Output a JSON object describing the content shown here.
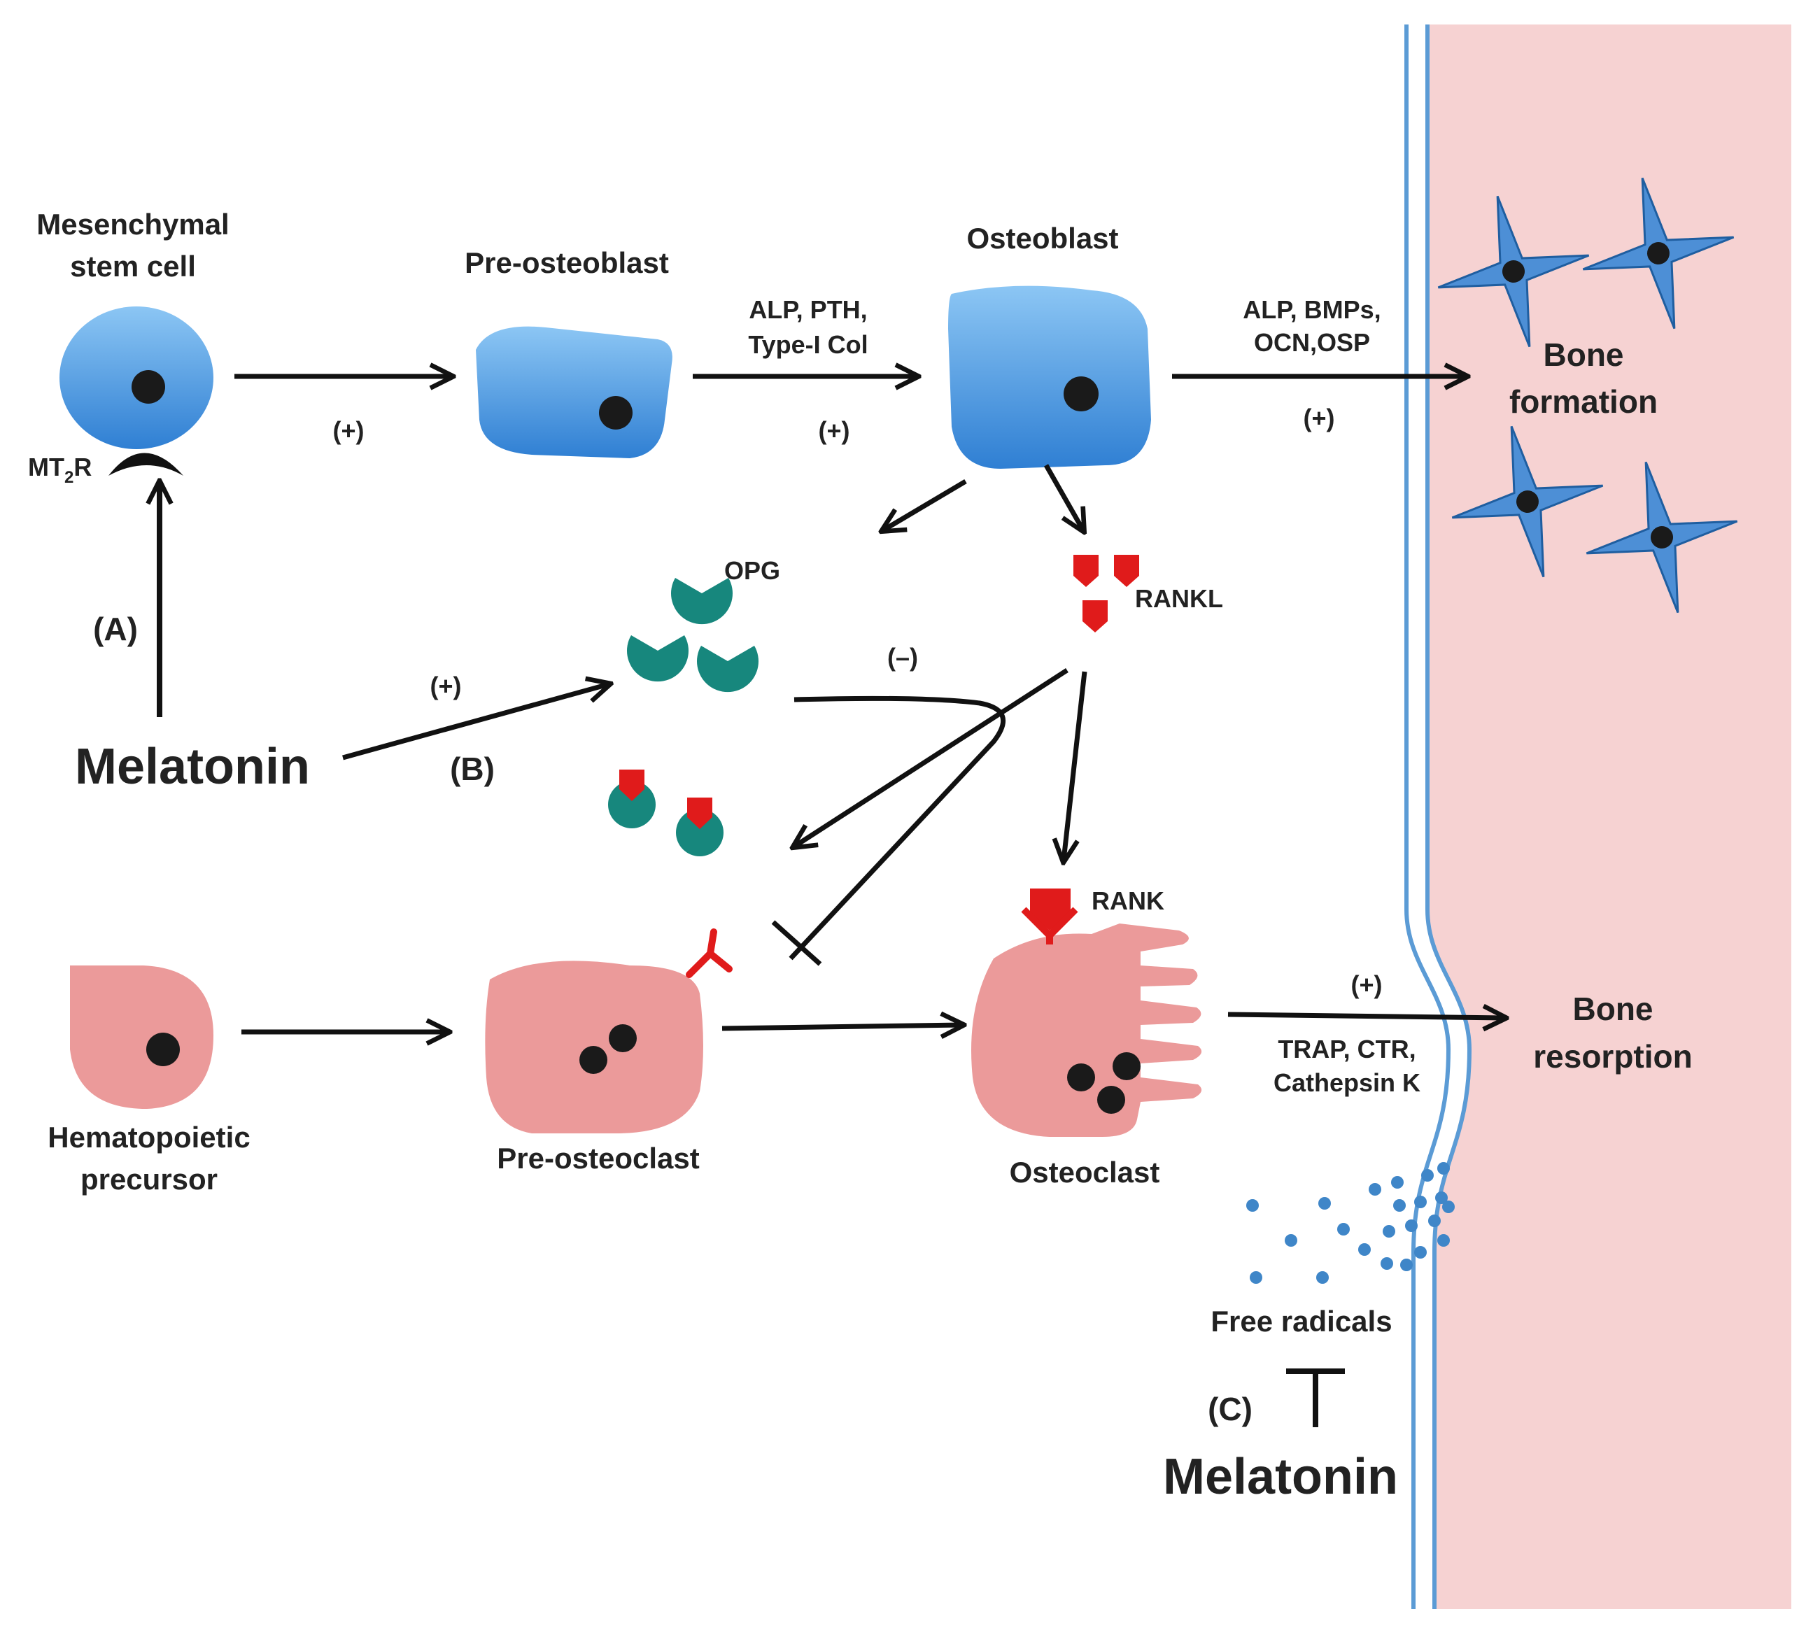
{
  "colors": {
    "blue_cell_top": "#8cc6f4",
    "blue_cell_bottom": "#2f7fd3",
    "pink_cell": "#eb9a9a",
    "bone": "#f6d2d2",
    "membrane": "#5b9bd5",
    "opg": "#17877d",
    "rank_red": "#e01b1b",
    "arrow": "#111111",
    "radical": "#3f86c8"
  },
  "cells": {
    "msc_line1": "Mesenchymal",
    "msc_line2": "stem cell",
    "pre_osteoblast": "Pre-osteoblast",
    "osteoblast": "Osteoblast",
    "hpc_line1": "Hematopoietic",
    "hpc_line2": "precursor",
    "pre_osteoclast": "Pre-osteoclast",
    "osteoclast": "Osteoclast"
  },
  "receptor": {
    "mt_main": "MT",
    "mt_sub": "2",
    "mt_end": "R"
  },
  "factors": {
    "osteoblast_line1": "ALP, PTH,",
    "osteoblast_line2": "Type-I Col",
    "bone_line1": "ALP, BMPs,",
    "bone_line2": "OCN,OSP",
    "resorption_line1": "TRAP, CTR,",
    "resorption_line2": "Cathepsin K"
  },
  "signs": {
    "plus_msc": "(+)",
    "plus_osteoblast": "(+)",
    "plus_bone_formation": "(+)",
    "plus_opg": "(+)",
    "minus": "(–)",
    "plus_resorption": "(+)"
  },
  "molecules": {
    "opg": "OPG",
    "rankl": "RANKL",
    "rank": "RANK",
    "free_radicals": "Free radicals"
  },
  "outcomes": {
    "formation_line1": "Bone",
    "formation_line2": "formation",
    "resorption_line1": "Bone",
    "resorption_line2": "resorption"
  },
  "pathways": {
    "a": "(A)",
    "b": "(B)",
    "c": "(C)"
  },
  "melatonin": {
    "main": "Melatonin",
    "lower": "Melatonin"
  }
}
